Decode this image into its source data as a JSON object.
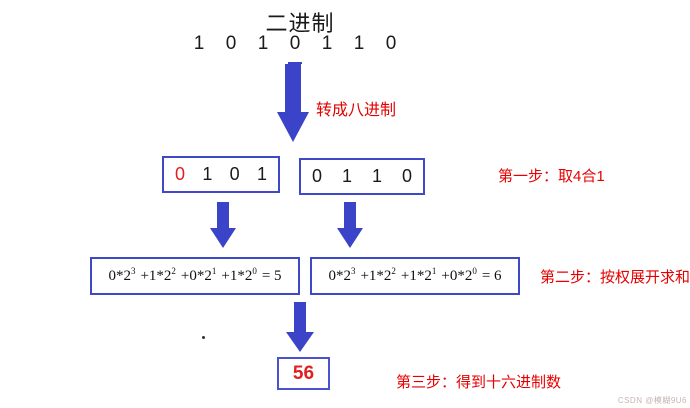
{
  "title": "二进制",
  "binary": {
    "digits": [
      "1",
      "0",
      "1",
      "0",
      "1",
      "1",
      "0"
    ]
  },
  "arrow_label": "转成八进制",
  "groups": [
    {
      "digits": [
        "0",
        "1",
        "0",
        "1"
      ]
    },
    {
      "digits": [
        "0",
        "1",
        "1",
        "0"
      ]
    }
  ],
  "formulas": [
    {
      "parts": [
        [
          "0*2",
          "3"
        ],
        [
          "+1*2",
          "2"
        ],
        [
          "+0*2",
          "1"
        ],
        [
          "+1*2",
          "0"
        ]
      ],
      "result": "= 5"
    },
    {
      "parts": [
        [
          "0*2",
          "3"
        ],
        [
          "+1*2",
          "2"
        ],
        [
          "+1*2",
          "1"
        ],
        [
          "+0*2",
          "0"
        ]
      ],
      "result": "= 6"
    }
  ],
  "steps": [
    "第一步：取4合1",
    "第二步：按权展开求和",
    "第三步：得到十六进制数"
  ],
  "result": "56",
  "watermark": "CSDN @模糊9U6",
  "colors": {
    "arrow_blue": "#3b44c8",
    "box_border": "#3f48c8",
    "label_red": "#e60000",
    "digit_red": "#e02020",
    "text_black": "#1a1a1a",
    "watermark_gray": "#c9b2b2"
  }
}
